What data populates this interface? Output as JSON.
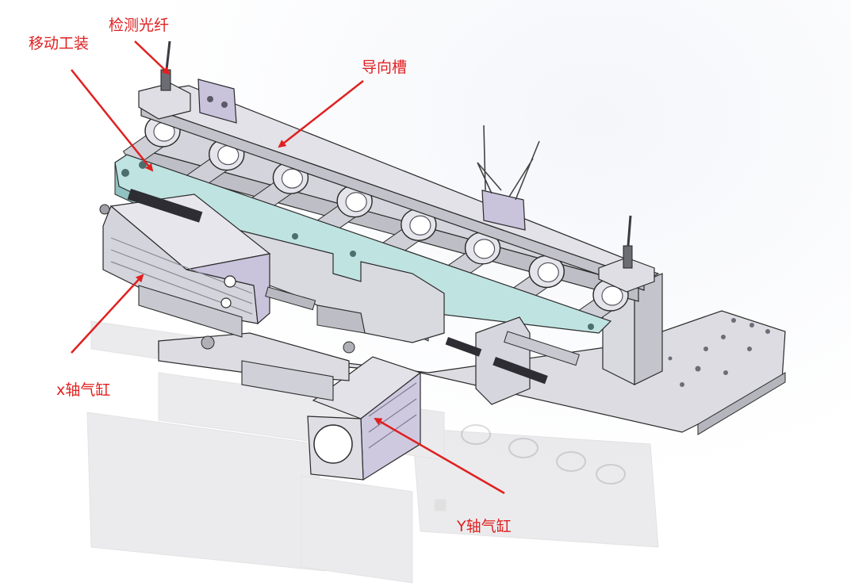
{
  "labels": {
    "detection_fiber": "检测光纤",
    "moving_fixture": "移动工装",
    "guide_groove": "导向槽",
    "x_cylinder": "x轴气缸",
    "y_cylinder": "Y轴气缸"
  },
  "colors": {
    "background": "#ffffff",
    "callout": "#e02020",
    "metal": "#d6d6dc",
    "metal_dark": "#9a9aa4",
    "fixture_plate": "#bfe3e1",
    "bracket": "#c9c3dc",
    "outline": "#2b2b2b"
  },
  "rollers": {
    "count": 8
  }
}
